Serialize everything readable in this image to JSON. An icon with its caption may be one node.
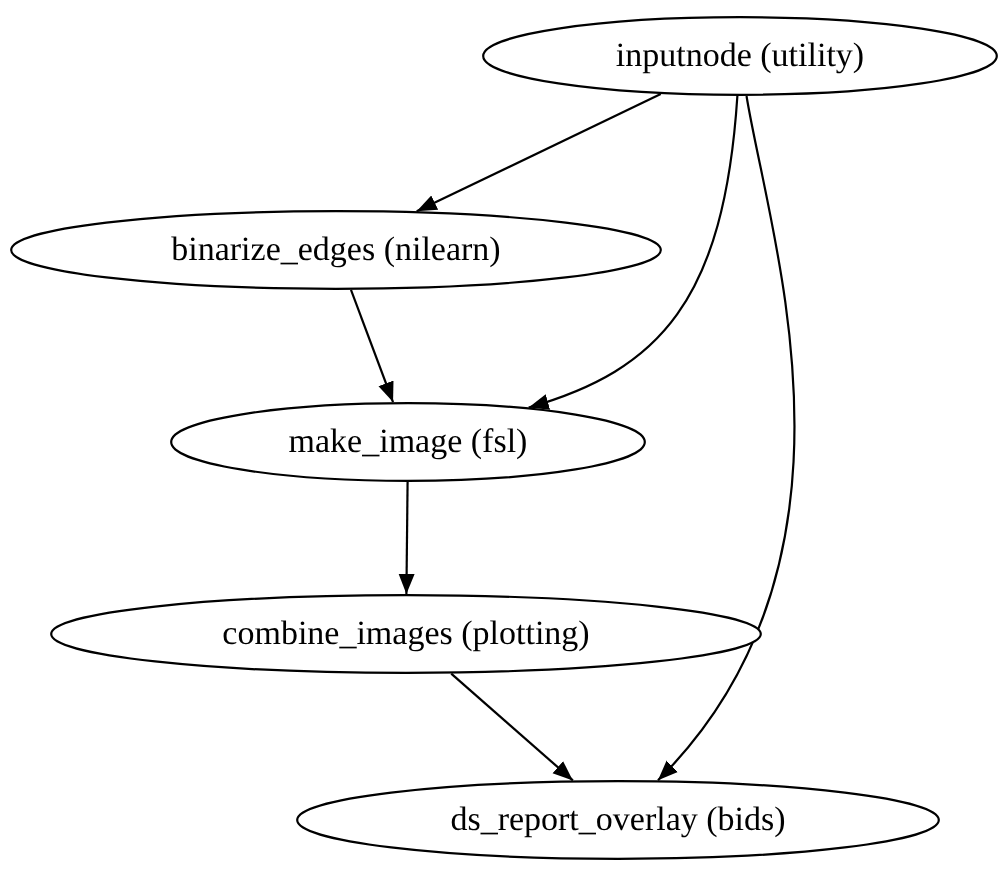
{
  "diagram": {
    "nodes": [
      {
        "text": [
          "inputnode (utility)"
        ]
      },
      {
        "text": [
          "binarize_edges (nilearn)"
        ]
      },
      {
        "text": [
          "make_image (fsl)"
        ]
      },
      {
        "text": [
          "combine_images (plotting)"
        ]
      },
      {
        "text": [
          "ds_report_overlay (bids)"
        ]
      }
    ],
    "edges": [
      {
        "from": 0,
        "to": 1,
        "arrow": "to"
      },
      {
        "from": 0,
        "to": 2,
        "arrow": "to"
      },
      {
        "from": 0,
        "to": 4,
        "arrow": "to"
      },
      {
        "from": 1,
        "to": 2,
        "arrow": "to"
      },
      {
        "from": 2,
        "to": 3,
        "arrow": "to"
      },
      {
        "from": 3,
        "to": 4,
        "arrow": "to"
      }
    ]
  }
}
